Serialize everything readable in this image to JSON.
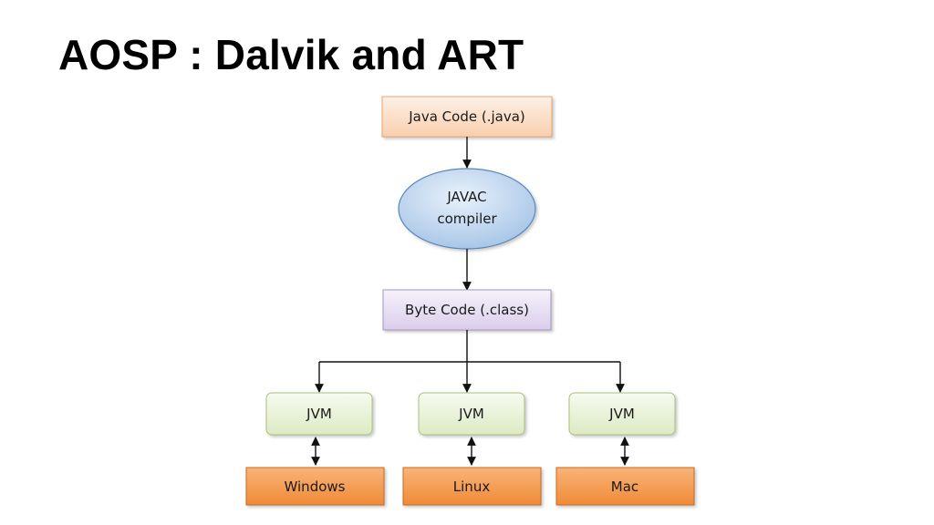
{
  "slide": {
    "title": "AOSP : Dalvik and ART"
  },
  "diagram": {
    "source": {
      "label": "Java Code (.java)",
      "fill_top": "#fdf0e6",
      "fill_bottom": "#f9cfae",
      "stroke": "#e8a270"
    },
    "compiler": {
      "line1": "JAVAC",
      "line2": "compiler",
      "fill_top": "#e8f1fb",
      "fill_bottom": "#9fc0e4",
      "stroke": "#5a86bb"
    },
    "bytecode": {
      "label": "Byte Code (.class)",
      "fill_top": "#f6f2fb",
      "fill_bottom": "#d9cdea",
      "stroke": "#a596c4"
    },
    "jvms": [
      {
        "label": "JVM"
      },
      {
        "label": "JVM"
      },
      {
        "label": "JVM"
      }
    ],
    "jvm_style": {
      "fill_top": "#f7faf0",
      "fill_bottom": "#dceac2",
      "stroke": "#a9c27a"
    },
    "platforms": [
      {
        "label": "Windows"
      },
      {
        "label": "Linux"
      },
      {
        "label": "Mac"
      }
    ],
    "platform_style": {
      "fill_top": "#f9b477",
      "fill_bottom": "#ef8a38",
      "stroke": "#c96b24"
    },
    "arrow_color": "#111111"
  }
}
